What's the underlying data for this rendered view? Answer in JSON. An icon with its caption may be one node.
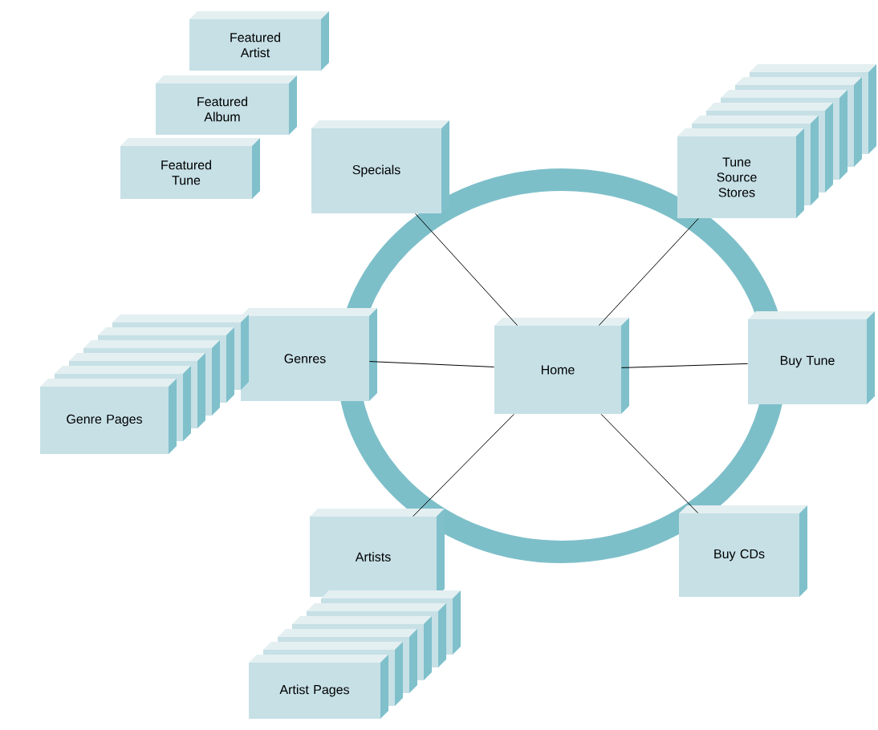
{
  "diagram": {
    "nodes": [
      {
        "text": [
          "Featured Artist"
        ]
      },
      {
        "text": [
          "Featured Album"
        ]
      },
      {
        "text": [
          "Featured Tune"
        ]
      },
      {
        "text": [
          "Specials"
        ]
      },
      {
        "text": [
          "Tune Source Stores"
        ]
      },
      {
        "text": [
          "Genres"
        ]
      },
      {
        "text": [
          "Home"
        ]
      },
      {
        "text": [
          "Buy Tune"
        ]
      },
      {
        "text": [
          "Genre Pages"
        ]
      },
      {
        "text": [
          "Buy CDs"
        ]
      },
      {
        "text": [
          "Artists"
        ]
      },
      {
        "text": [
          "Artist Pages"
        ]
      }
    ],
    "edges": [
      {
        "from": 6,
        "to": 3,
        "arrow": "none"
      },
      {
        "from": 6,
        "to": 4,
        "arrow": "none"
      },
      {
        "from": 6,
        "to": 5,
        "arrow": "none"
      },
      {
        "from": 6,
        "to": 7,
        "arrow": "none"
      },
      {
        "from": 6,
        "to": 9,
        "arrow": "none"
      },
      {
        "from": 6,
        "to": 10,
        "arrow": "none"
      }
    ]
  }
}
